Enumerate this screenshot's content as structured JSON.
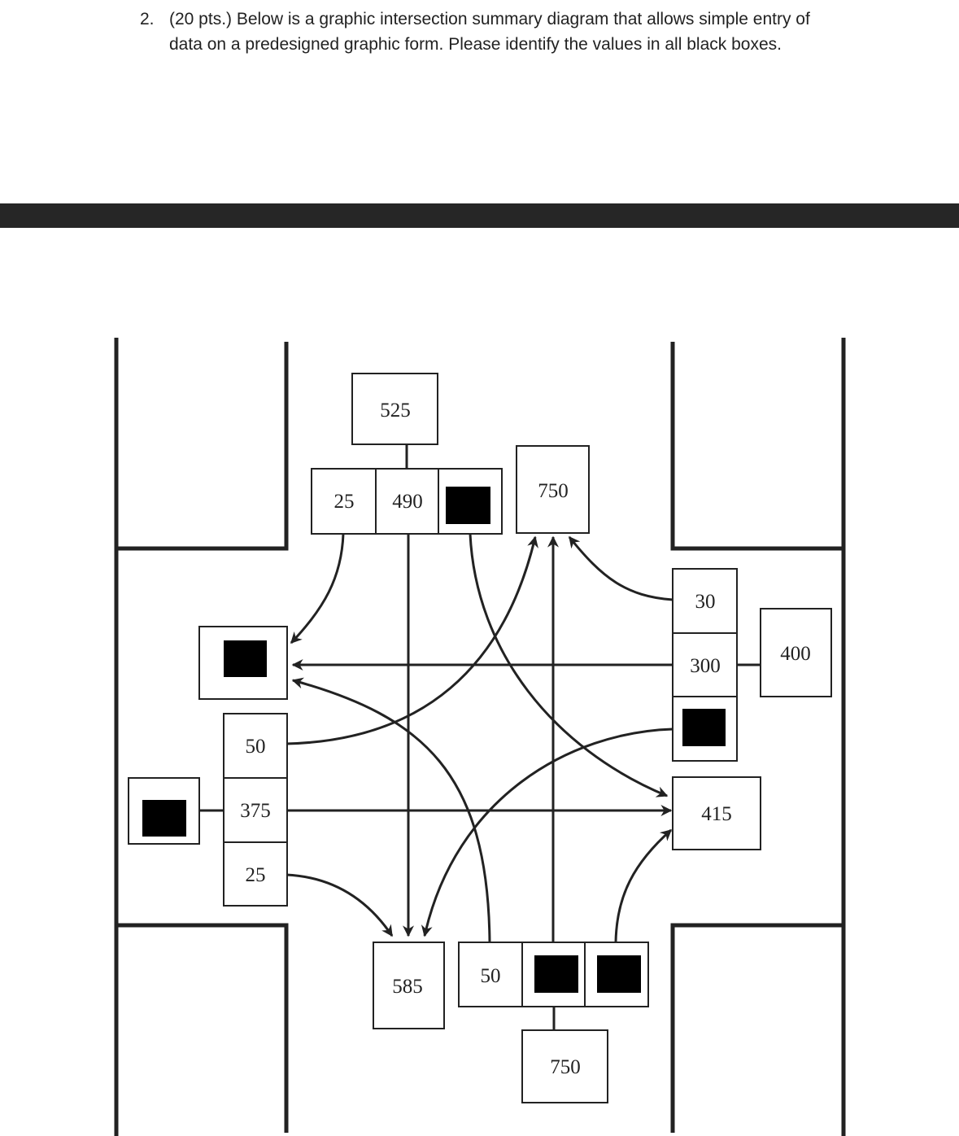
{
  "question": {
    "number": "2.",
    "text": "(20 pts.) Below is a graphic intersection summary diagram that allows simple entry of data on a predesigned graphic form. Please identify the values in all black boxes."
  },
  "diagram": {
    "north": {
      "approach_total": "525",
      "right_turn": "25",
      "through": "490",
      "left_turn": "",
      "departure_total": "750"
    },
    "east": {
      "left_turn": "30",
      "through": "300",
      "right_turn": "",
      "approach_total": "400",
      "departure_total": "415"
    },
    "west": {
      "left_turn": "50",
      "through": "375",
      "right_turn": "25",
      "approach_total": "",
      "departure_total": ""
    },
    "south": {
      "departure_total": "585",
      "left_turn": "50",
      "through": "",
      "right_turn": "",
      "approach_total": "750"
    },
    "colors": {
      "line": "#222222",
      "masked_box": "#000000",
      "bar": "#262626"
    }
  }
}
